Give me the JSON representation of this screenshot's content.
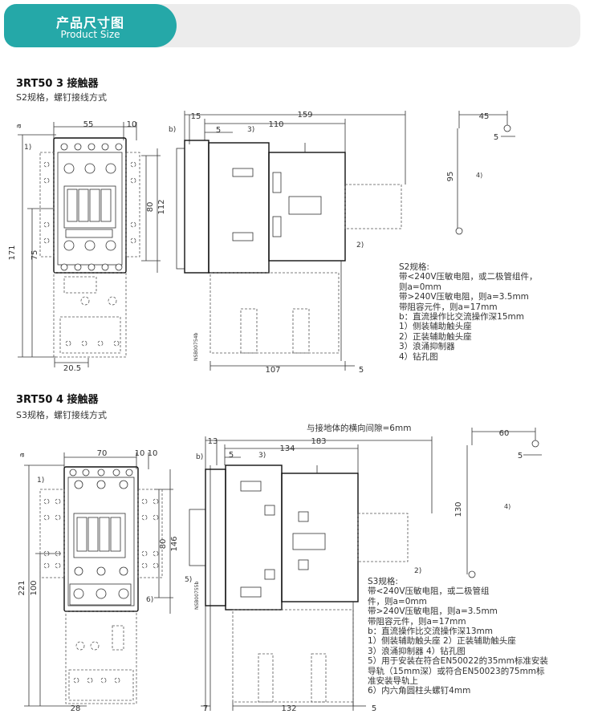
{
  "header": {
    "title_zh": "产品尺寸图",
    "title_en": "Product Size"
  },
  "s2": {
    "title": "3RT50 3 接触器",
    "subtitle": "S2规格，螺钉接线方式",
    "dims": {
      "a": "a",
      "w55": "55",
      "w10": "10",
      "h80": "80",
      "h112": "112",
      "h171": "171",
      "h75": "75",
      "w20_5": "20.5",
      "c1": "1)",
      "b": "b)",
      "w15": "15",
      "w5": "5",
      "c3": "3)",
      "w110": "110",
      "w159": "159",
      "w107": "107",
      "w5b": "5",
      "c2": "2)",
      "code": "NSB00754b",
      "w45": "45",
      "w5c": "5",
      "h95": "95",
      "c4": "4)"
    },
    "notes": [
      "S2规格:",
      "带<240V压敏电阻，或二极管组件，",
      "则a=0mm",
      "带>240V压敏电阻，则a=3.5mm",
      "带阻容元件，则a=17mm",
      "b：直流操作比交流操作深15mm",
      "1）侧装辅助触头座",
      "2）正装辅助触头座",
      "3）浪涌抑制器",
      "4）钻孔图"
    ]
  },
  "s3": {
    "title": "3RT50 4 接触器",
    "subtitle": "S3规格，螺钉接线方式",
    "clearance": "与接地体的横向间隙=6mm",
    "dims": {
      "a": "a",
      "w70": "70",
      "w10a": "10",
      "w10b": "10",
      "h80": "80",
      "h146": "146",
      "h221": "221",
      "h100": "100",
      "w28": "28",
      "c1": "1)",
      "c6": "6)",
      "w13": "13",
      "b": "b)",
      "w5": "5",
      "c3": "3)",
      "w134": "134",
      "w183": "183",
      "c5": "5)",
      "c2": "2)",
      "w7": "7",
      "w132": "132",
      "w5b": "5",
      "code": "NSB00755b",
      "w60": "60",
      "w5c": "5",
      "h130": "130",
      "c4": "4)"
    },
    "notes": [
      "S3规格:",
      "带<240V压敏电阻，或二极管组",
      "件，则a=0mm",
      "带>240V压敏电阻，则a=3.5mm",
      "带阻容元件，则a=17mm",
      "b：直流操作比交流操作深13mm",
      "1）侧装辅助触头座 2）正装辅助触头座",
      "3）浪涌抑制器        4）钻孔图",
      "5）用于安装在符合EN50022的35mm标准安装",
      "导轨（15mm深）或符合EN50023的75mm标",
      "准安装导轨上",
      "6）内六角圆柱头螺钉4mm"
    ]
  }
}
